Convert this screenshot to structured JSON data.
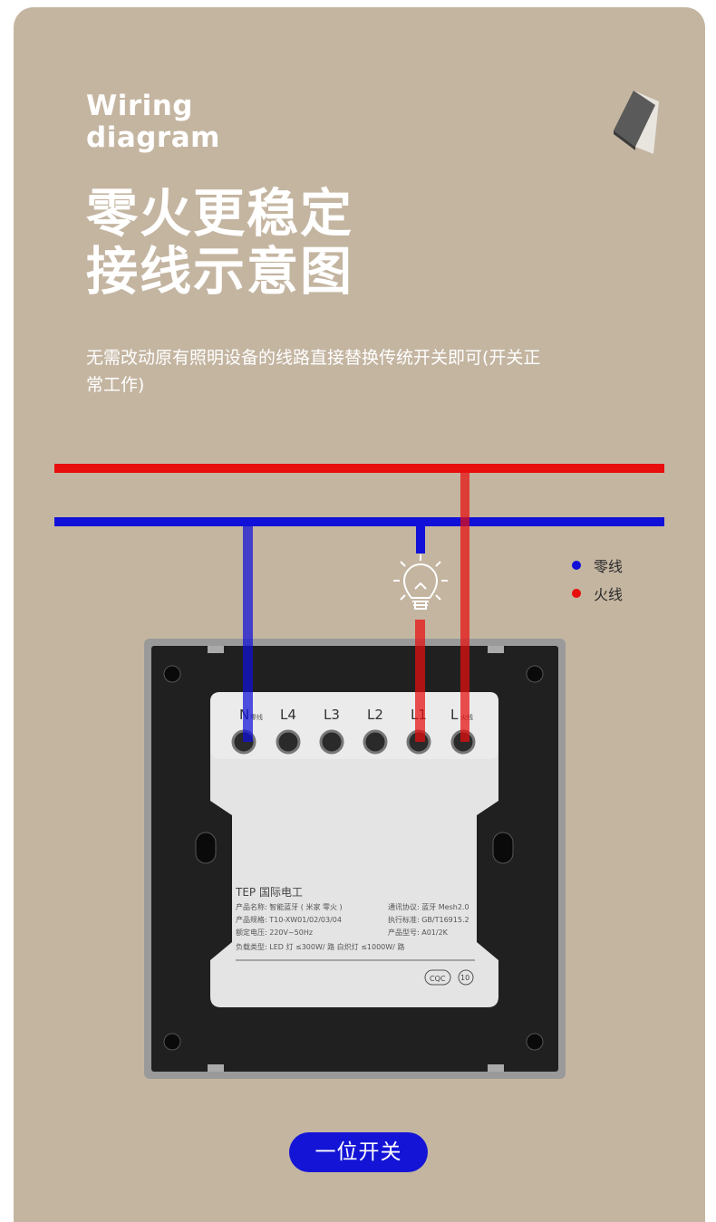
{
  "title_en": "Wiring\ndiagram",
  "title_cn_line1": "零火更稳定",
  "title_cn_line2": "接线示意图",
  "description": "无需改动原有照明设备的线路直接替换传统开关即可(开关正常工作)",
  "legend": [
    {
      "label": "零线",
      "color": "#1010d8"
    },
    {
      "label": "火线",
      "color": "#e80e0e"
    }
  ],
  "terminals": [
    "N",
    "L4",
    "L3",
    "L2",
    "L1",
    "L"
  ],
  "terminal_sub": {
    "N": "零线",
    "L": "火线"
  },
  "label": {
    "brand": "TEP 国际电工",
    "rows": [
      {
        "left": "产品名称: 智能蓝牙 ( 米家 零火 )",
        "right": "通讯协议: 蓝牙 Mesh2.0"
      },
      {
        "left": "产品规格: T10-XW01/02/03/04",
        "right": "执行标准: GB/T16915.2"
      },
      {
        "left": "额定电压: 220V~50Hz",
        "right": "产品型号: A01/2K"
      },
      {
        "left": "负载类型: LED 灯 ≤300W/ 路  白炽灯 ≤1000W/ 路",
        "right": ""
      }
    ],
    "cert": "CQC",
    "rating": "10"
  },
  "bottom_button": "一位开关",
  "colors": {
    "background": "#c4b5a1",
    "live": "#e80e0e",
    "neutral": "#1010d8",
    "button": "#1414d6"
  }
}
